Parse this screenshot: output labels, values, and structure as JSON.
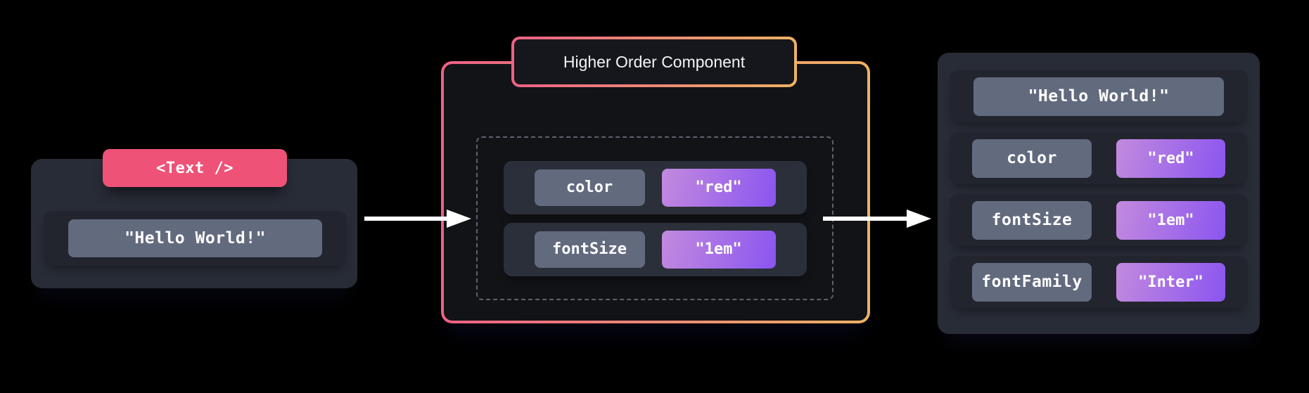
{
  "theme": {
    "background": "#000000",
    "card_bg": "#282c36",
    "panel_bg": "#22252d",
    "hoc_row_bg": "#2b2f39",
    "key_box_bg": "#626a7e",
    "value_gradient_start": "#c38ade",
    "value_gradient_end": "#8a55f0",
    "component_pill_bg": "#ee5277",
    "hoc_border_gradient_start": "#ee6186",
    "hoc_border_gradient_end": "#eeb262",
    "hoc_card_bg": "#121317",
    "hoc_label_bg": "#16171c",
    "dashed_border_color": "#5d616b",
    "arrow_color": "#ffffff",
    "text_color": "#ffffff"
  },
  "input_card": {
    "component_label": "<Text />",
    "children_value": "\"Hello World!\""
  },
  "hoc_card": {
    "title": "Higher Order Component",
    "injected_props": [
      {
        "key": "color",
        "value": "\"red\""
      },
      {
        "key": "fontSize",
        "value": "\"1em\""
      }
    ]
  },
  "output_card": {
    "children_value": "\"Hello World!\"",
    "props": [
      {
        "key": "color",
        "value": "\"red\""
      },
      {
        "key": "fontSize",
        "value": "\"1em\""
      },
      {
        "key": "fontFamily",
        "value": "\"Inter\""
      }
    ]
  }
}
